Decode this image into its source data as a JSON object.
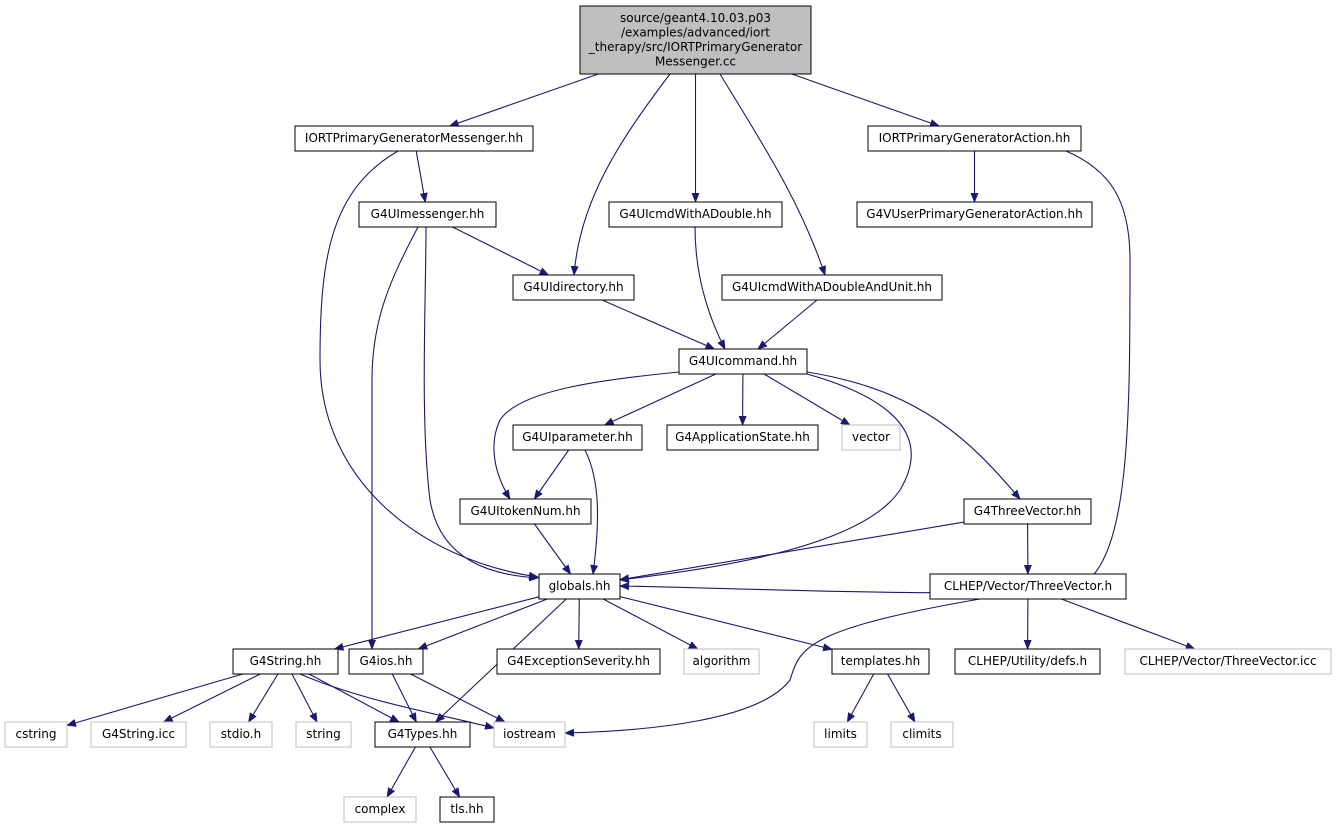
{
  "root": {
    "id": "root",
    "lines": [
      "source/geant4.10.03.p03",
      "/examples/advanced/iort",
      "_therapy/src/IORTPrimaryGenerator",
      "Messenger.cc"
    ]
  },
  "nodes": [
    {
      "id": "msg_hh",
      "label": "IORTPrimaryGeneratorMessenger.hh",
      "external": false
    },
    {
      "id": "act_hh",
      "label": "IORTPrimaryGeneratorAction.hh",
      "external": false
    },
    {
      "id": "uimessenger",
      "label": "G4UImessenger.hh",
      "external": false
    },
    {
      "id": "cmd_double",
      "label": "G4UIcmdWithADouble.hh",
      "external": false
    },
    {
      "id": "vuser",
      "label": "G4VUserPrimaryGeneratorAction.hh",
      "external": false
    },
    {
      "id": "uidirectory",
      "label": "G4UIdirectory.hh",
      "external": false
    },
    {
      "id": "cmd_unit",
      "label": "G4UIcmdWithADoubleAndUnit.hh",
      "external": false
    },
    {
      "id": "uicommand",
      "label": "G4UIcommand.hh",
      "external": false
    },
    {
      "id": "uiparameter",
      "label": "G4UIparameter.hh",
      "external": false
    },
    {
      "id": "appstate",
      "label": "G4ApplicationState.hh",
      "external": false
    },
    {
      "id": "vector",
      "label": "vector",
      "external": true
    },
    {
      "id": "tokennum",
      "label": "G4UItokenNum.hh",
      "external": false
    },
    {
      "id": "threevector",
      "label": "G4ThreeVector.hh",
      "external": false
    },
    {
      "id": "globals",
      "label": "globals.hh",
      "external": false
    },
    {
      "id": "clhep_tv",
      "label": "CLHEP/Vector/ThreeVector.h",
      "external": false
    },
    {
      "id": "g4string",
      "label": "G4String.hh",
      "external": false
    },
    {
      "id": "g4ios",
      "label": "G4ios.hh",
      "external": false
    },
    {
      "id": "excsev",
      "label": "G4ExceptionSeverity.hh",
      "external": false
    },
    {
      "id": "algorithm",
      "label": "algorithm",
      "external": true
    },
    {
      "id": "templates",
      "label": "templates.hh",
      "external": false
    },
    {
      "id": "defs",
      "label": "CLHEP/Utility/defs.h",
      "external": false
    },
    {
      "id": "tv_icc",
      "label": "CLHEP/Vector/ThreeVector.icc",
      "external": true
    },
    {
      "id": "cstring",
      "label": "cstring",
      "external": true
    },
    {
      "id": "string_icc",
      "label": "G4String.icc",
      "external": true
    },
    {
      "id": "stdio",
      "label": "stdio.h",
      "external": true
    },
    {
      "id": "string",
      "label": "string",
      "external": true
    },
    {
      "id": "types",
      "label": "G4Types.hh",
      "external": false
    },
    {
      "id": "iostream",
      "label": "iostream",
      "external": true
    },
    {
      "id": "limits",
      "label": "limits",
      "external": true
    },
    {
      "id": "climits",
      "label": "climits",
      "external": true
    },
    {
      "id": "complex",
      "label": "complex",
      "external": true
    },
    {
      "id": "tls",
      "label": "tls.hh",
      "external": false
    }
  ],
  "edges": [
    {
      "from": "root",
      "to": "msg_hh"
    },
    {
      "from": "root",
      "to": "uidirectory"
    },
    {
      "from": "root",
      "to": "cmd_double"
    },
    {
      "from": "root",
      "to": "cmd_unit"
    },
    {
      "from": "root",
      "to": "act_hh"
    },
    {
      "from": "msg_hh",
      "to": "uimessenger"
    },
    {
      "from": "msg_hh",
      "to": "globals"
    },
    {
      "from": "act_hh",
      "to": "vuser"
    },
    {
      "from": "act_hh",
      "to": "globals"
    },
    {
      "from": "uimessenger",
      "to": "uidirectory"
    },
    {
      "from": "uimessenger",
      "to": "globals"
    },
    {
      "from": "uimessenger",
      "to": "g4ios"
    },
    {
      "from": "cmd_double",
      "to": "uicommand"
    },
    {
      "from": "uidirectory",
      "to": "uicommand"
    },
    {
      "from": "cmd_unit",
      "to": "uicommand"
    },
    {
      "from": "uicommand",
      "to": "uiparameter"
    },
    {
      "from": "uicommand",
      "to": "appstate"
    },
    {
      "from": "uicommand",
      "to": "vector"
    },
    {
      "from": "uicommand",
      "to": "tokennum"
    },
    {
      "from": "uicommand",
      "to": "threevector"
    },
    {
      "from": "uicommand",
      "to": "globals"
    },
    {
      "from": "uiparameter",
      "to": "tokennum"
    },
    {
      "from": "uiparameter",
      "to": "globals"
    },
    {
      "from": "tokennum",
      "to": "globals"
    },
    {
      "from": "threevector",
      "to": "globals"
    },
    {
      "from": "threevector",
      "to": "clhep_tv"
    },
    {
      "from": "clhep_tv",
      "to": "defs"
    },
    {
      "from": "clhep_tv",
      "to": "tv_icc"
    },
    {
      "from": "clhep_tv",
      "to": "iostream"
    },
    {
      "from": "globals",
      "to": "g4string"
    },
    {
      "from": "globals",
      "to": "g4ios"
    },
    {
      "from": "globals",
      "to": "excsev"
    },
    {
      "from": "globals",
      "to": "algorithm"
    },
    {
      "from": "globals",
      "to": "templates"
    },
    {
      "from": "globals",
      "to": "types"
    },
    {
      "from": "g4string",
      "to": "cstring"
    },
    {
      "from": "g4string",
      "to": "string_icc"
    },
    {
      "from": "g4string",
      "to": "stdio"
    },
    {
      "from": "g4string",
      "to": "string"
    },
    {
      "from": "g4string",
      "to": "types"
    },
    {
      "from": "g4string",
      "to": "iostream"
    },
    {
      "from": "g4ios",
      "to": "types"
    },
    {
      "from": "g4ios",
      "to": "iostream"
    },
    {
      "from": "templates",
      "to": "limits"
    },
    {
      "from": "templates",
      "to": "climits"
    },
    {
      "from": "types",
      "to": "complex"
    },
    {
      "from": "types",
      "to": "tls"
    }
  ],
  "colors": {
    "edge": "#191970",
    "node_border": "#000000",
    "external_border": "#bfbfbf",
    "root_fill": "#bfbfbf"
  }
}
